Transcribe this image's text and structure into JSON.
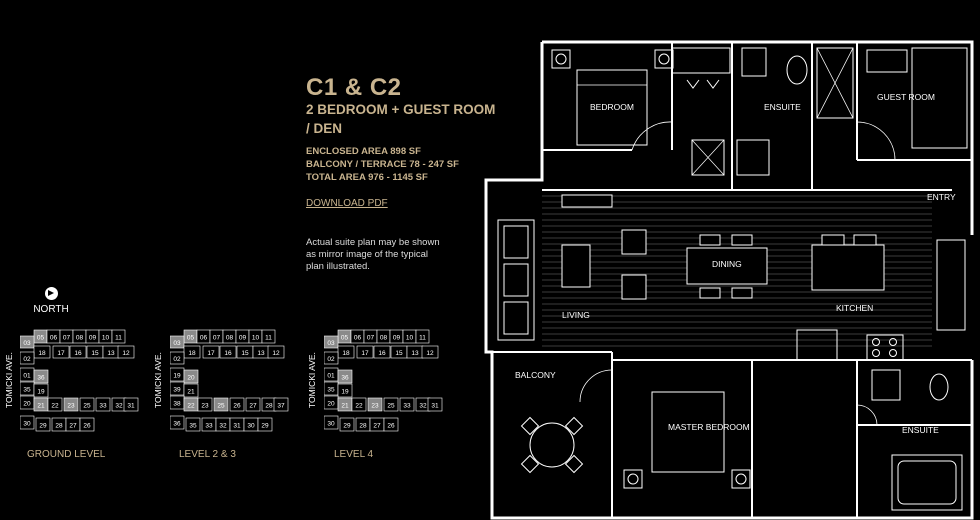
{
  "title": "C1 & C2",
  "subtitle": "2 BEDROOM + GUEST ROOM / DEN",
  "areas": [
    "ENCLOSED AREA 898 SF",
    "BALCONY / TERRACE 78 - 247 SF",
    "TOTAL AREA 976 - 1145 SF"
  ],
  "download_label": "DOWNLOAD PDF",
  "note": "Actual suite plan may be shown as mirror image of the typical plan illustrated.",
  "north_label": "NORTH",
  "street_label": "TOMICKI AVE.",
  "keyplans": [
    {
      "label": "GROUND LEVEL",
      "units": [
        "05",
        "06",
        "07",
        "08",
        "09",
        "10",
        "11",
        "03",
        "18",
        "17",
        "16",
        "15",
        "13",
        "12",
        "02",
        "01",
        "36",
        "35",
        "19",
        "20",
        "21",
        "22",
        "23",
        "25",
        "33",
        "32",
        "31",
        "30",
        "29",
        "28",
        "27",
        "26"
      ]
    },
    {
      "label": "LEVEL 2 & 3",
      "units": [
        "05",
        "06",
        "07",
        "08",
        "09",
        "10",
        "11",
        "03",
        "18",
        "17",
        "16",
        "15",
        "13",
        "12",
        "02",
        "19",
        "20",
        "39",
        "21",
        "38",
        "22",
        "23",
        "25",
        "26",
        "27",
        "28",
        "37",
        "36",
        "35",
        "33",
        "32",
        "31",
        "30",
        "29"
      ]
    },
    {
      "label": "LEVEL 4",
      "units": [
        "05",
        "06",
        "07",
        "08",
        "09",
        "10",
        "11",
        "03",
        "18",
        "17",
        "16",
        "15",
        "13",
        "12",
        "02",
        "01",
        "36",
        "35",
        "19",
        "20",
        "21",
        "22",
        "23",
        "25",
        "33",
        "32",
        "31",
        "30",
        "29",
        "28",
        "27",
        "26"
      ]
    }
  ],
  "floor_plan": {
    "rooms": [
      "BEDROOM",
      "ENSUITE",
      "GUEST ROOM",
      "ENTRY",
      "DINING",
      "LIVING",
      "KITCHEN",
      "BALCONY",
      "MASTER BEDROOM",
      "ENSUITE"
    ]
  },
  "colors": {
    "accent": "#c9b48f",
    "highlight": "#8a8a8a",
    "unit": "#000000",
    "line": "#ffffff"
  }
}
